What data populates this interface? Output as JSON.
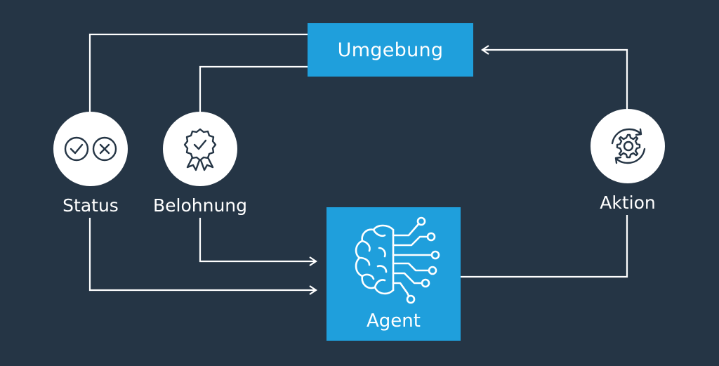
{
  "diagram": {
    "environment": {
      "label": "Umgebung"
    },
    "agent": {
      "label": "Agent",
      "icon": "brain-circuit-icon"
    },
    "nodes": {
      "status": {
        "label": "Status",
        "icon": "check-and-cross-icon"
      },
      "reward": {
        "label": "Belohnung",
        "icon": "award-rosette-icon"
      },
      "action": {
        "label": "Aktion",
        "icon": "gear-cycle-icon"
      }
    },
    "edges": [
      {
        "from": "Umgebung",
        "to": "Status"
      },
      {
        "from": "Umgebung",
        "to": "Belohnung"
      },
      {
        "from": "Status",
        "to": "Agent"
      },
      {
        "from": "Belohnung",
        "to": "Agent"
      },
      {
        "from": "Agent",
        "to": "Aktion"
      },
      {
        "from": "Aktion",
        "to": "Umgebung"
      }
    ],
    "colors": {
      "background": "#253545",
      "box": "#1f9fdc",
      "line": "#ffffff"
    }
  }
}
